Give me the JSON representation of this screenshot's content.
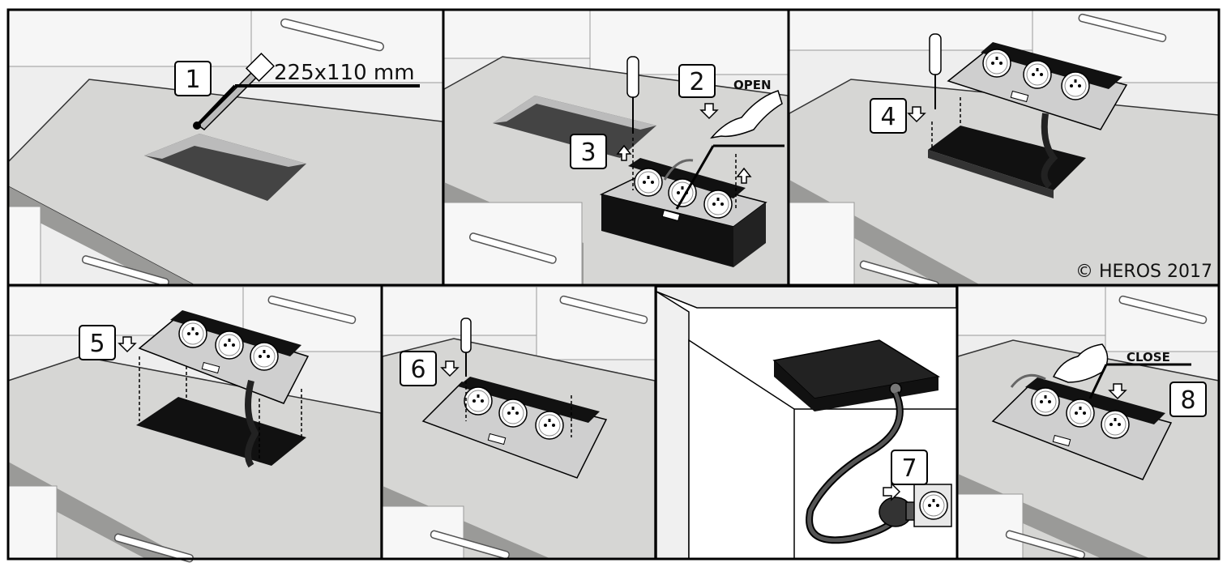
{
  "steps": [
    {
      "number": "1",
      "dimension": "225x110 mm"
    },
    {
      "number": "2",
      "action": "OPEN"
    },
    {
      "number": "3"
    },
    {
      "number": "4"
    },
    {
      "number": "5"
    },
    {
      "number": "6"
    },
    {
      "number": "7"
    },
    {
      "number": "8",
      "action": "CLOSE"
    }
  ],
  "copyright": "© HEROS 2017",
  "colors": {
    "wall": "#eeeeee",
    "cabinet": "#f7f7f7",
    "countertop": "#d6d6d4",
    "countertop_edge": "#9a9a98",
    "device_black": "#111111",
    "steel_plate": "#cfcfcf",
    "outline": "#000000"
  }
}
